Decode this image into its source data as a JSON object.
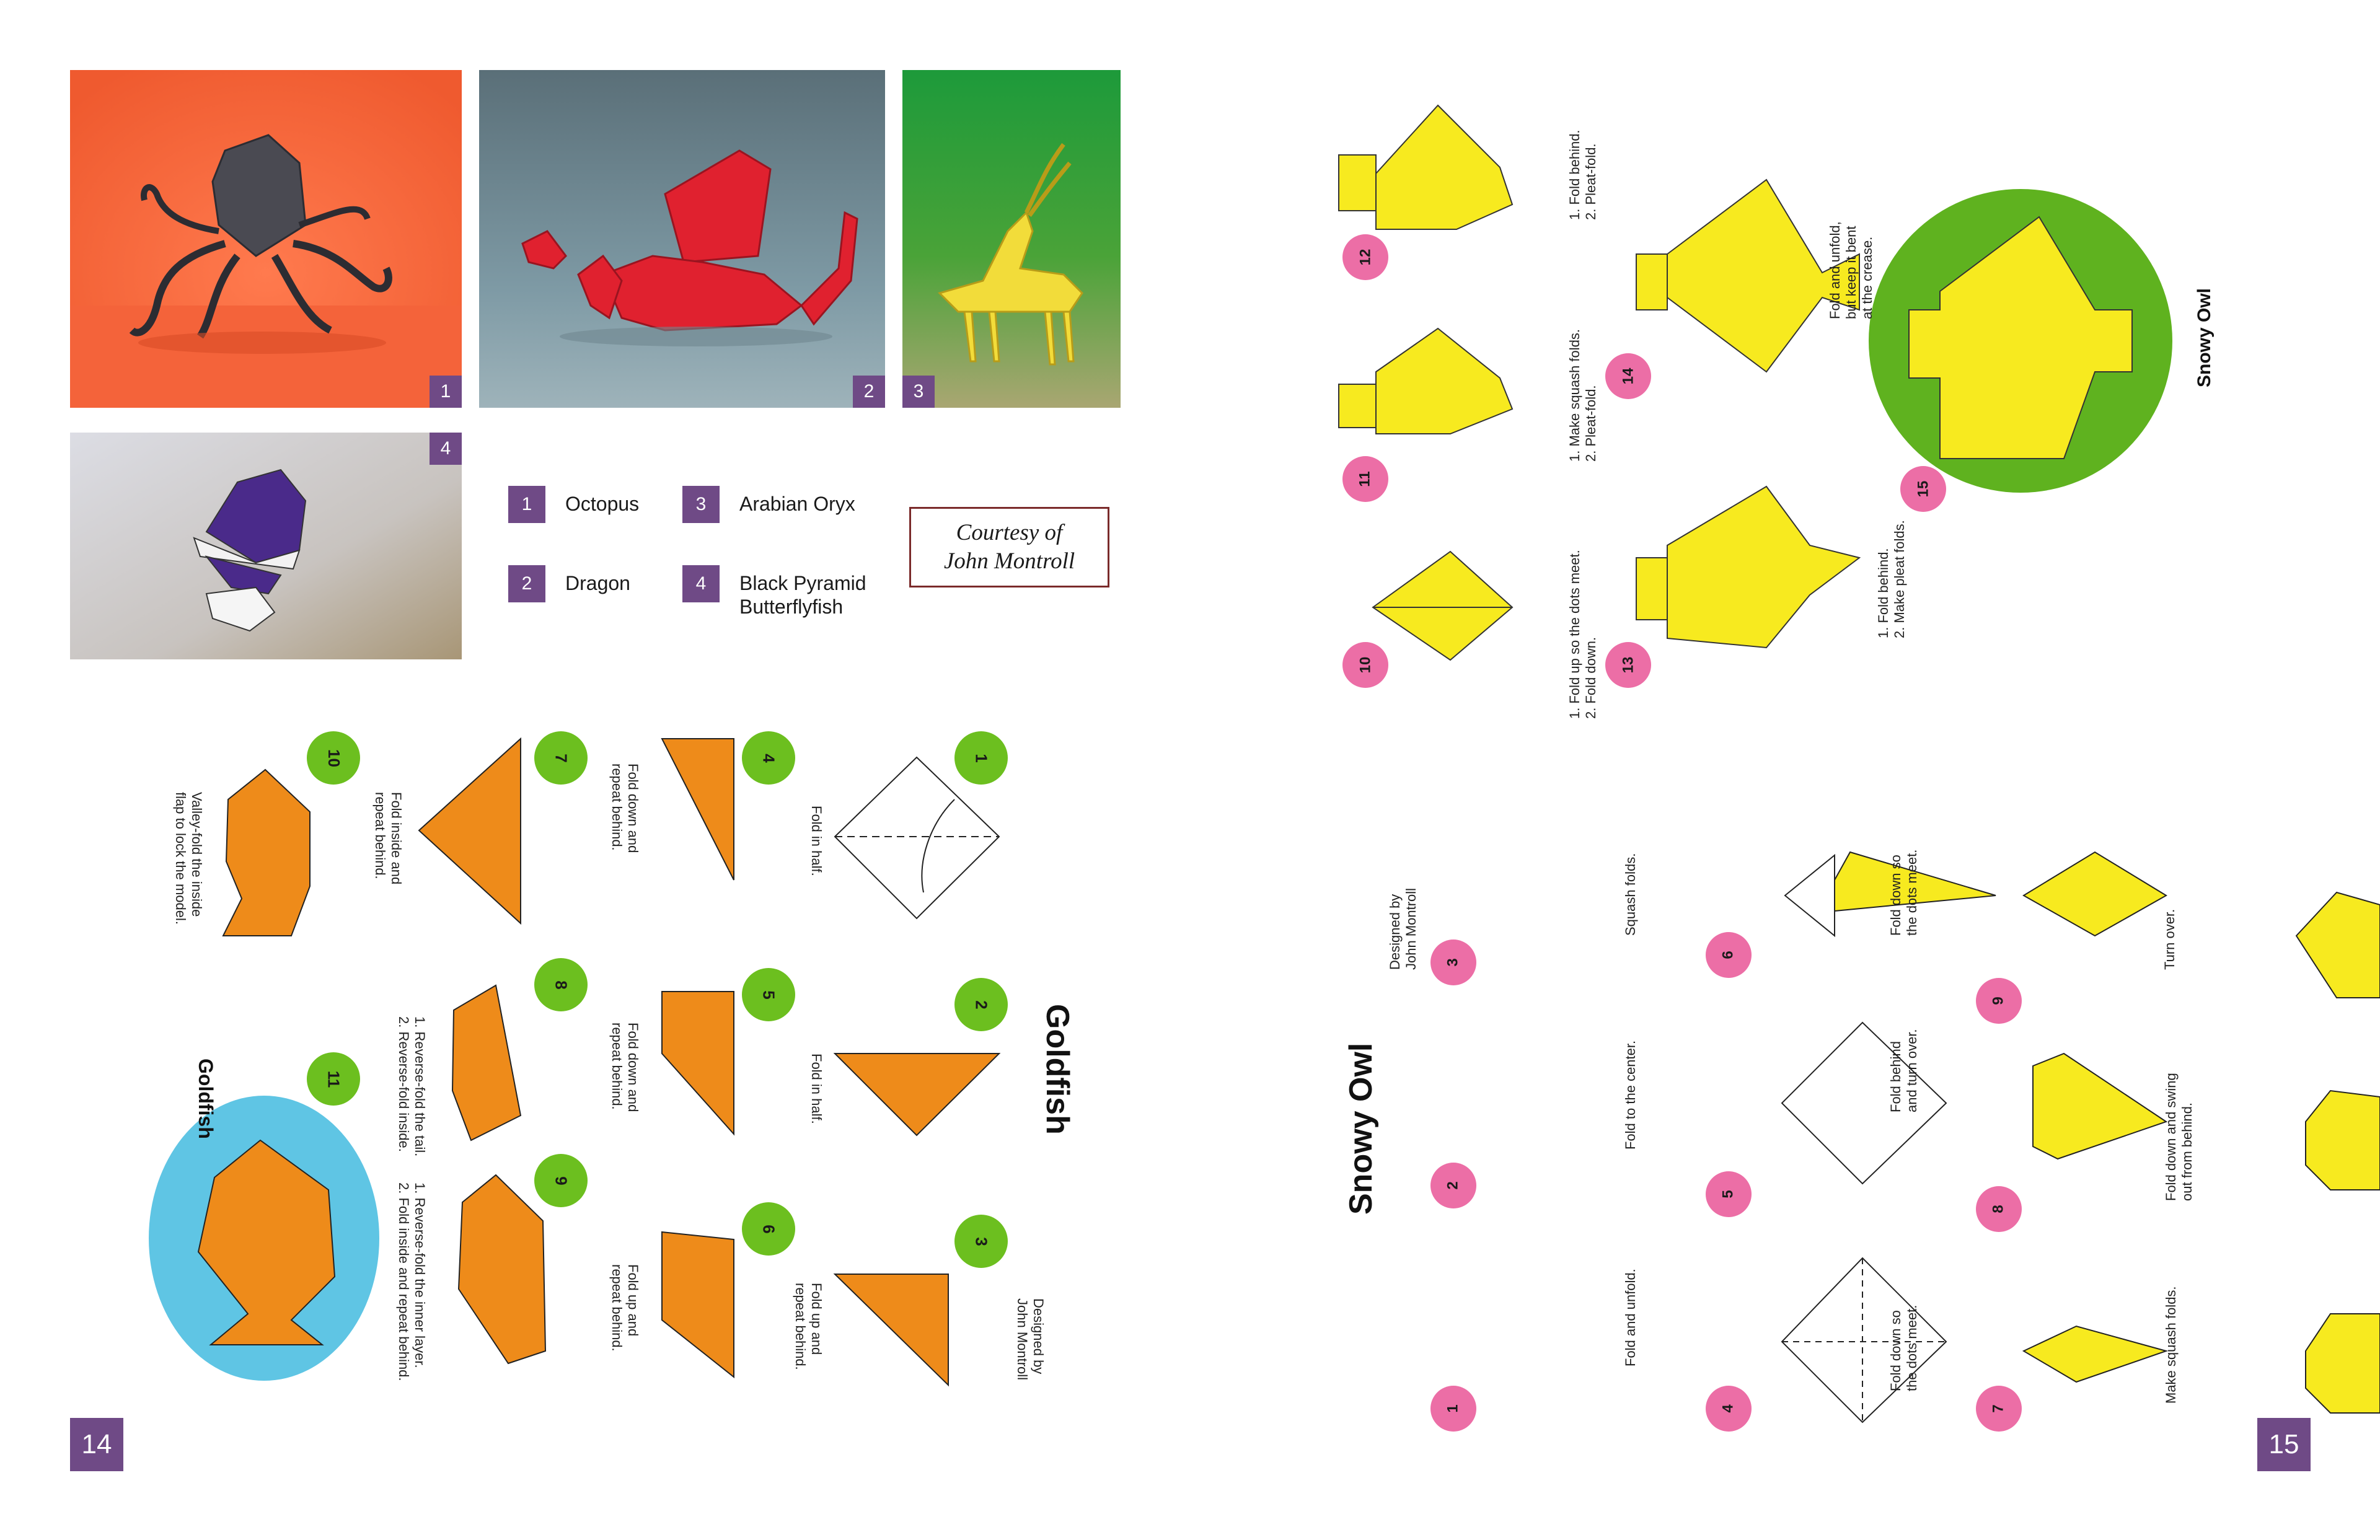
{
  "left_page": {
    "photos": [
      {
        "badge": "1",
        "subject": "Octopus"
      },
      {
        "badge": "2",
        "subject": "Dragon"
      },
      {
        "badge": "3",
        "subject": "Arabian Oryx"
      },
      {
        "badge": "4",
        "subject": "Black Pyramid Butterflyfish"
      }
    ],
    "legend": [
      {
        "num": "1",
        "label": "Octopus"
      },
      {
        "num": "2",
        "label": "Dragon"
      },
      {
        "num": "3",
        "label": "Arabian Oryx"
      },
      {
        "num": "4",
        "label": "Black Pyramid\nButterflyfish"
      }
    ],
    "courtesy": {
      "line1": "Courtesy of",
      "line2": "John Montroll"
    },
    "goldfish": {
      "title": "Goldfish",
      "small_title": "Goldfish",
      "designer": "Designed by\nJohn Montroll",
      "steps": [
        {
          "num": "1",
          "text": "Fold in half."
        },
        {
          "num": "2",
          "text": "Fold in half."
        },
        {
          "num": "3",
          "text": "Fold up and\nrepeat behind."
        },
        {
          "num": "4",
          "text": "Fold down and\nrepeat behind."
        },
        {
          "num": "5",
          "text": "Fold down and\nrepeat behind."
        },
        {
          "num": "6",
          "text": "Fold up and\nrepeat behind."
        },
        {
          "num": "7",
          "text": "Fold inside and\nrepeat behind."
        },
        {
          "num": "8",
          "text": "1. Reverse-fold the tail.\n2. Reverse-fold inside."
        },
        {
          "num": "9",
          "text": "1. Reverse-fold the inner layer.\n2. Fold inside and repeat behind."
        },
        {
          "num": "10",
          "text": "Valley-fold the inside\nflap to lock the model."
        },
        {
          "num": "11",
          "text": ""
        }
      ]
    },
    "page_number": "14"
  },
  "right_page": {
    "snowy_owl": {
      "title": "Snowy Owl",
      "small_title": "Snowy Owl",
      "designer": "Designed by\nJohn Montroll",
      "steps": [
        {
          "num": "1",
          "text": "Fold and unfold."
        },
        {
          "num": "2",
          "text": "Fold to the center."
        },
        {
          "num": "3",
          "text": "Squash folds."
        },
        {
          "num": "4",
          "text": "Fold down so\nthe dots meet."
        },
        {
          "num": "5",
          "text": "Fold behind\nand turn over."
        },
        {
          "num": "6",
          "text": "Fold down so\nthe dots meet."
        },
        {
          "num": "7",
          "text": "Make squash folds."
        },
        {
          "num": "8",
          "text": "Fold down and swing\nout from behind."
        },
        {
          "num": "9",
          "text": "Turn over."
        },
        {
          "num": "10",
          "text": "1. Fold up so the dots meet.\n2. Fold down."
        },
        {
          "num": "11",
          "text": "1. Make squash folds.\n2. Pleat-fold."
        },
        {
          "num": "12",
          "text": "1. Fold behind.\n2. Pleat-fold."
        },
        {
          "num": "13",
          "text": "1. Fold behind.\n2. Make pleat folds."
        },
        {
          "num": "14",
          "text": "Fold and unfold,\nbut keep it bent\nat the crease."
        },
        {
          "num": "15",
          "text": ""
        }
      ]
    },
    "page_number": "15"
  },
  "colors": {
    "badge_purple": "#6f4a86",
    "goldfish_orange": "#ee8b1a",
    "owl_yellow": "#f7ea1f",
    "green_circle": "#6cbf1f",
    "pink_circle": "#ec6ea6",
    "goldfish_bg": "#5fc5e4",
    "courtesy_border": "#7a2a2a"
  }
}
